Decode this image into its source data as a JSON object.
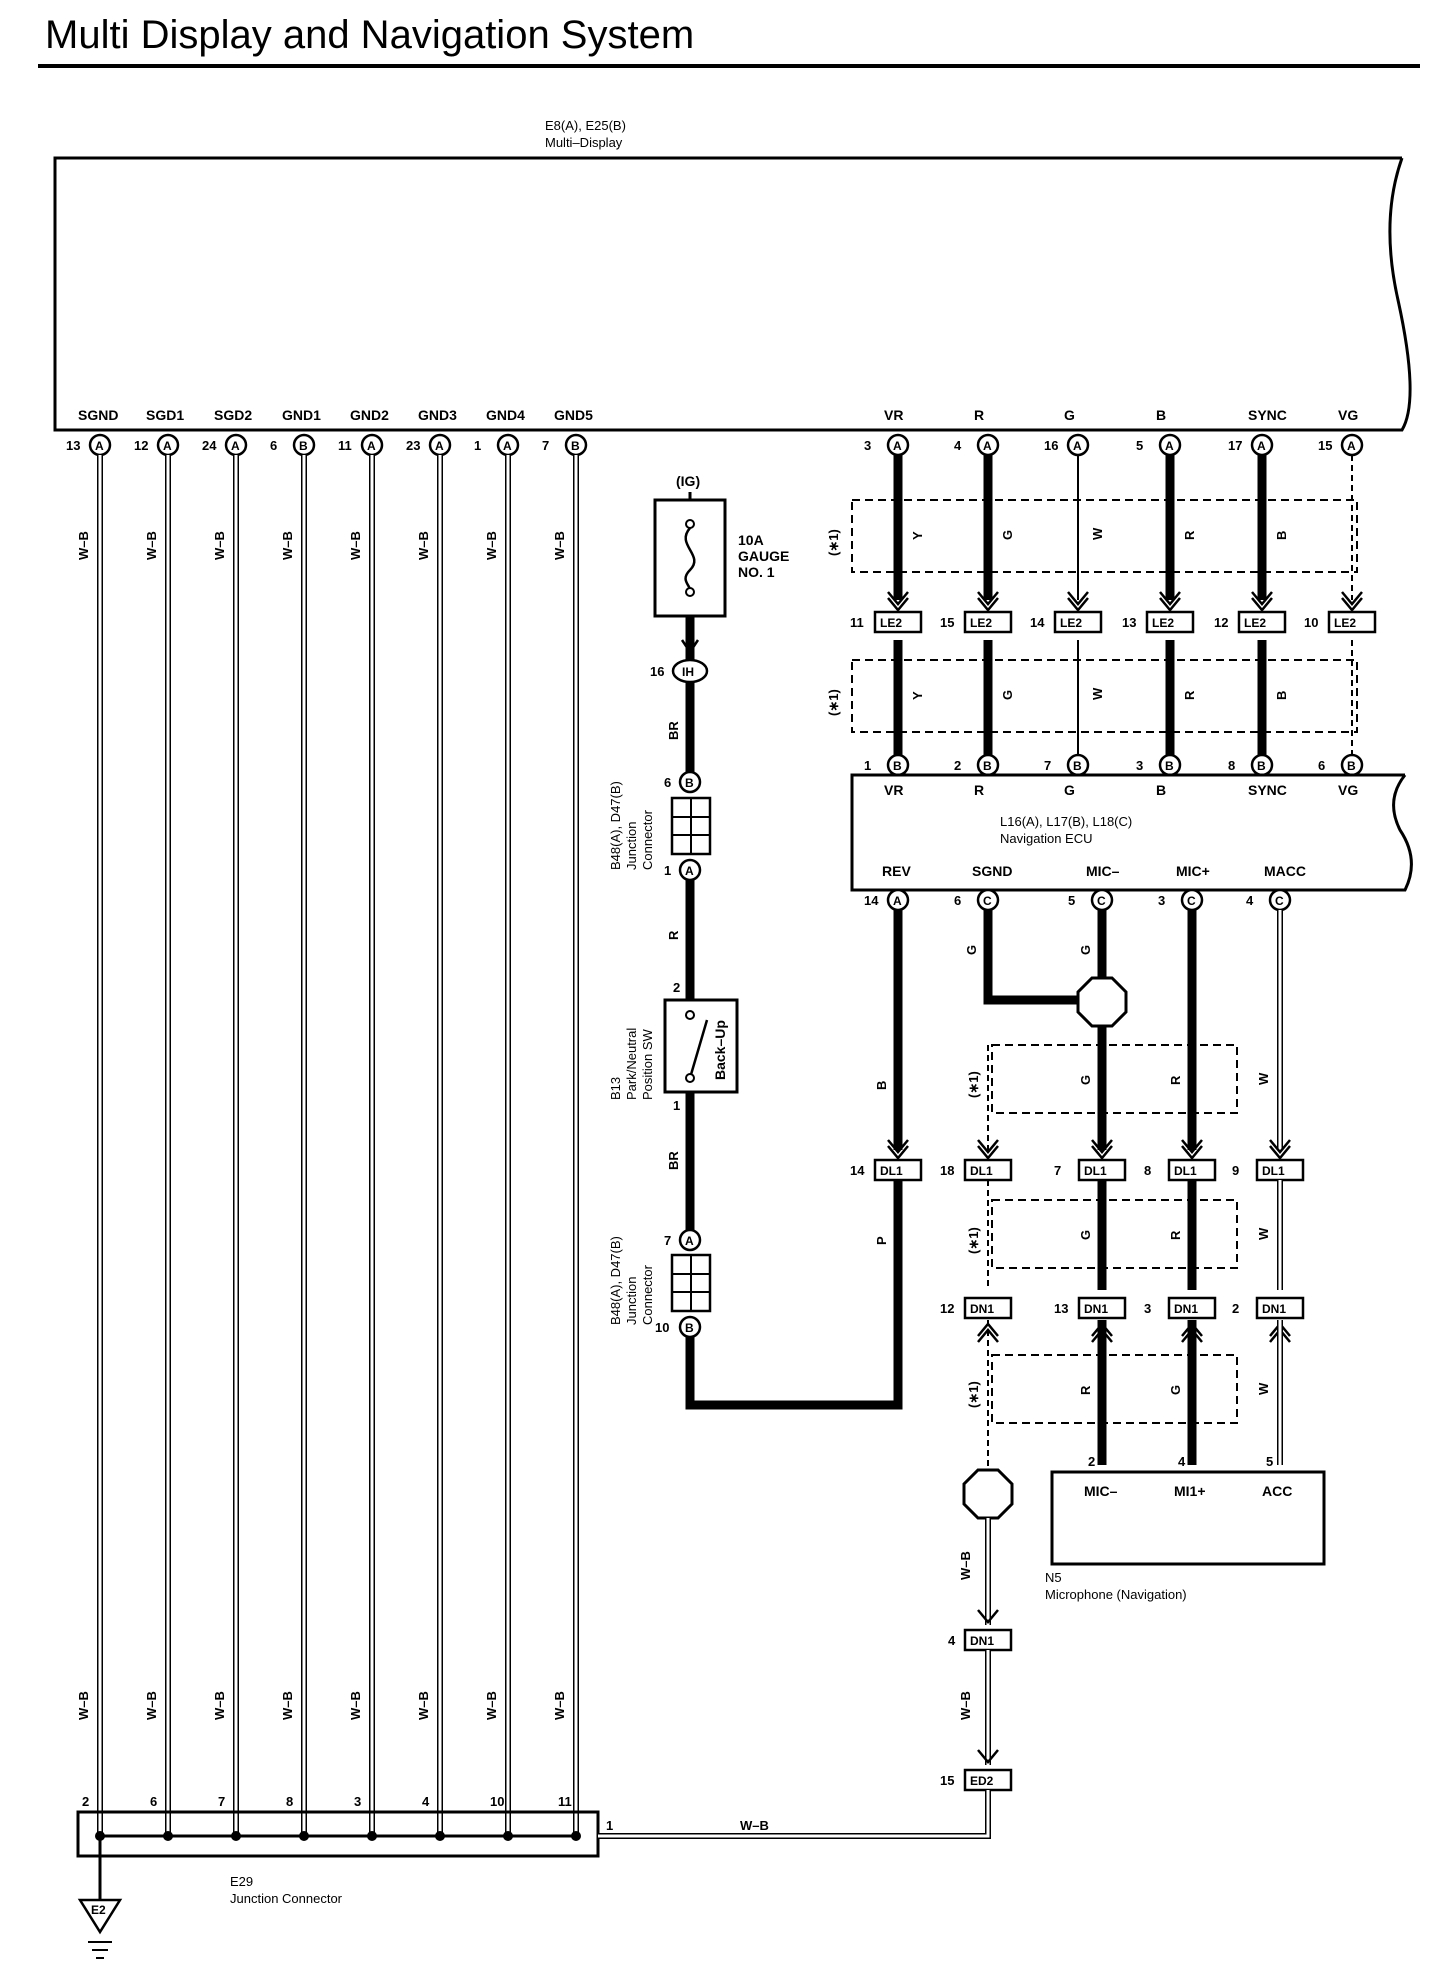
{
  "title": "Multi Display and Navigation System",
  "multi_display": {
    "ref": "E8(A), E25(B)",
    "name": "Multi–Display",
    "terminals": [
      {
        "name": "SGND",
        "pin": "13",
        "conn": "A"
      },
      {
        "name": "SGD1",
        "pin": "12",
        "conn": "A"
      },
      {
        "name": "SGD2",
        "pin": "24",
        "conn": "A"
      },
      {
        "name": "GND1",
        "pin": "6",
        "conn": "B"
      },
      {
        "name": "GND2",
        "pin": "11",
        "conn": "A"
      },
      {
        "name": "GND3",
        "pin": "23",
        "conn": "A"
      },
      {
        "name": "GND4",
        "pin": "1",
        "conn": "A"
      },
      {
        "name": "GND5",
        "pin": "7",
        "conn": "B"
      }
    ],
    "video_terminals": [
      {
        "name": "VR",
        "pin": "3",
        "conn": "A"
      },
      {
        "name": "R",
        "pin": "4",
        "conn": "A"
      },
      {
        "name": "G",
        "pin": "16",
        "conn": "A"
      },
      {
        "name": "B",
        "pin": "5",
        "conn": "A"
      },
      {
        "name": "SYNC",
        "pin": "17",
        "conn": "A"
      },
      {
        "name": "VG",
        "pin": "15",
        "conn": "A"
      }
    ]
  },
  "ground_wire_color": "W–B",
  "ground_pins_bottom": [
    "2",
    "6",
    "7",
    "8",
    "3",
    "4",
    "10",
    "11"
  ],
  "fuse": {
    "supply": "(IG)",
    "rating": "10A",
    "name1": "GAUGE",
    "name2": "NO. 1"
  },
  "ih_connector": {
    "pin": "16",
    "label": "IH"
  },
  "jc_top": {
    "ref": "B48(A), D47(B)",
    "name1": "Junction",
    "name2": "Connector",
    "pin_top": "6",
    "conn_top": "B",
    "pin_bottom": "1",
    "conn_bottom": "A"
  },
  "jc_bottom": {
    "pin_top": "7",
    "conn_top": "A",
    "pin_bottom": "10",
    "conn_bottom": "B"
  },
  "switch": {
    "ref": "B13",
    "name1": "Park/Neutral",
    "name2": "Position SW",
    "contact": "Back–Up",
    "pin_top": "2",
    "pin_bottom": "1"
  },
  "wire_labels": {
    "br": "BR",
    "r": "R",
    "b": "B",
    "p": "P",
    "g": "G",
    "w": "W",
    "y": "Y",
    "wb": "W–B"
  },
  "shield_label": "(∗1)",
  "le2": {
    "label": "LE2",
    "pins": [
      "11",
      "15",
      "14",
      "13",
      "12",
      "10"
    ]
  },
  "video_wire_colors": [
    "Y",
    "G",
    "W",
    "R",
    "B",
    ""
  ],
  "nav_ecu": {
    "ref": "L16(A), L17(B), L18(C)",
    "name": "Navigation ECU",
    "top_terminals": [
      {
        "name": "VR",
        "pin": "1",
        "conn": "B"
      },
      {
        "name": "R",
        "pin": "2",
        "conn": "B"
      },
      {
        "name": "G",
        "pin": "7",
        "conn": "B"
      },
      {
        "name": "B",
        "pin": "3",
        "conn": "B"
      },
      {
        "name": "SYNC",
        "pin": "8",
        "conn": "B"
      },
      {
        "name": "VG",
        "pin": "6",
        "conn": "B"
      }
    ],
    "bottom_terminals": [
      {
        "name": "REV",
        "pin": "14",
        "conn": "A"
      },
      {
        "name": "SGND",
        "pin": "6",
        "conn": "C"
      },
      {
        "name": "MIC–",
        "pin": "5",
        "conn": "C"
      },
      {
        "name": "MIC+",
        "pin": "3",
        "conn": "C"
      },
      {
        "name": "MACC",
        "pin": "4",
        "conn": "C"
      }
    ]
  },
  "dl1": {
    "label": "DL1",
    "pins": [
      "14",
      "18",
      "7",
      "8",
      "9"
    ]
  },
  "dn1": {
    "label": "DN1",
    "pins": [
      "12",
      "13",
      "3",
      "2"
    ],
    "pin_lower": "4"
  },
  "ed2": {
    "label": "ED2",
    "pin": "15"
  },
  "microphone": {
    "ref": "N5",
    "name": "Microphone (Navigation)",
    "terminals": [
      {
        "name": "MIC–",
        "pin": "2"
      },
      {
        "name": "MI1+",
        "pin": "4"
      },
      {
        "name": "ACC",
        "pin": "5"
      }
    ]
  },
  "e29": {
    "ref": "E29",
    "name": "Junction Connector",
    "pin_out": "1"
  },
  "ground_point": "E2"
}
